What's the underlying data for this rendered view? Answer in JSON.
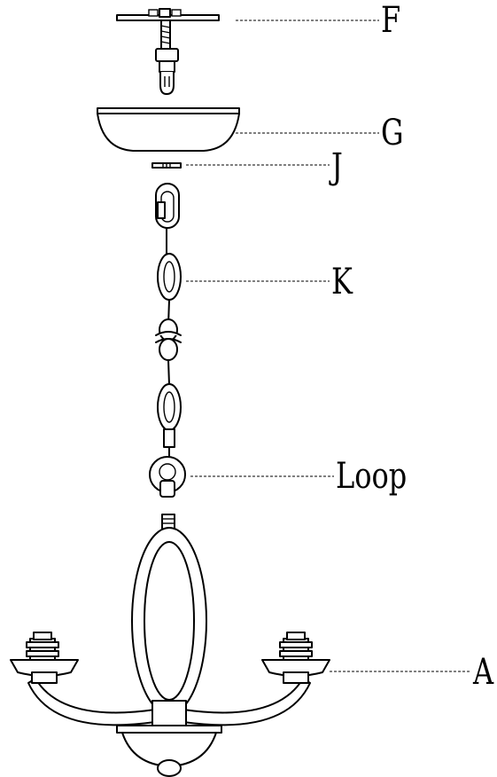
{
  "labels": {
    "F": "F",
    "G": "G",
    "J": "J",
    "K": "K",
    "loop": "Loop",
    "A": "A"
  }
}
